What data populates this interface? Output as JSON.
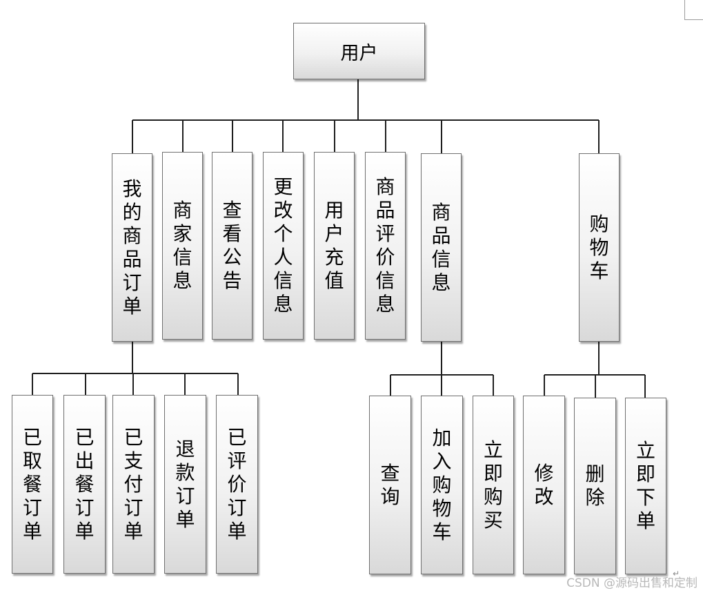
{
  "root": "用户",
  "level1": [
    "我的商品订单",
    "商家信息",
    "查看公告",
    "更改个人信息",
    "用户充值",
    "商品评价信息",
    "商品信息",
    "购物车"
  ],
  "orders_children": [
    "已取餐订单",
    "已出餐订单",
    "已支付订单",
    "退款订单",
    "已评价订单"
  ],
  "goods_children": [
    "查询",
    "加入购物车",
    "立即购买"
  ],
  "cart_children": [
    "修改",
    "删除",
    "立即下单"
  ],
  "watermark": "CSDN @源码出售和定制",
  "paragraph_mark": "↵"
}
